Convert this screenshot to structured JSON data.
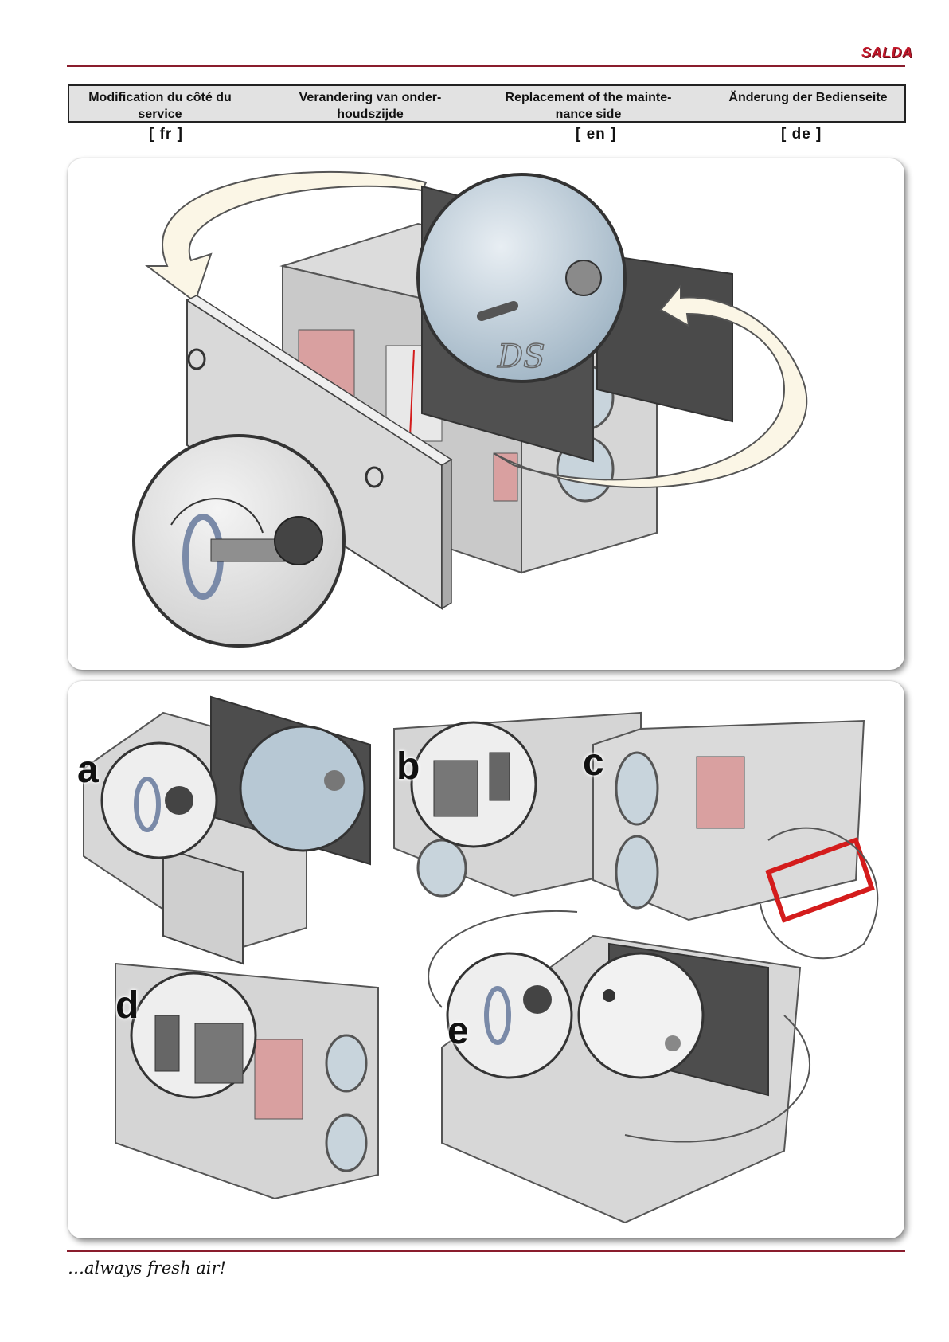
{
  "brand": {
    "logo_text": "SALDA"
  },
  "header": {
    "columns": [
      {
        "title": "Modification du côté du service",
        "lang": "[ fr ]"
      },
      {
        "title": "Verandering van onder- houdszijde",
        "lang": ""
      },
      {
        "title": "Replacement of the mainte- nance side",
        "lang": "[ en ]"
      },
      {
        "title": "Änderung der Bedienseite",
        "lang": "[ de ]"
      }
    ]
  },
  "figure2": {
    "step_labels": [
      "a",
      "b",
      "c",
      "d",
      "e"
    ]
  },
  "footer": {
    "tagline": "…always fresh air!"
  },
  "colors": {
    "brand_red": "#c0182a",
    "rule": "#8a1d2d",
    "header_bg": "#e2e2e2",
    "filter_pink": "#d9a0a0",
    "handle_red": "#d41c1c"
  }
}
